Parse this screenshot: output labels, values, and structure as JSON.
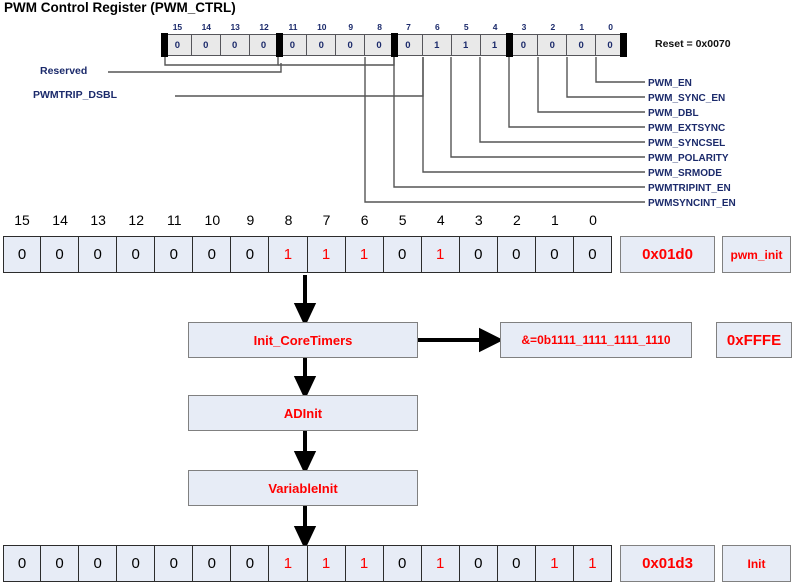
{
  "title": "PWM Control Register (PWM_CTRL)",
  "register": {
    "reset_text": "Reset = 0x0070",
    "bit_labels": [
      "15",
      "14",
      "13",
      "12",
      "11",
      "10",
      "9",
      "8",
      "7",
      "6",
      "5",
      "4",
      "3",
      "2",
      "1",
      "0"
    ],
    "reset_bits": [
      "0",
      "0",
      "0",
      "0",
      "0",
      "0",
      "0",
      "0",
      "0",
      "1",
      "1",
      "1",
      "0",
      "0",
      "0",
      "0"
    ],
    "left_labels": [
      {
        "name": "Reserved"
      },
      {
        "name": "PWMTRIP_DSBL"
      }
    ],
    "field_labels": [
      "PWM_EN",
      "PWM_SYNC_EN",
      "PWM_DBL",
      "PWM_EXTSYNC",
      "PWM_SYNCSEL",
      "PWM_POLARITY",
      "PWM_SRMODE",
      "PWMTRIPINT_EN",
      "PWMSYNCINT_EN"
    ]
  },
  "rows": [
    {
      "bit_labels": [
        "15",
        "14",
        "13",
        "12",
        "11",
        "10",
        "9",
        "8",
        "7",
        "6",
        "5",
        "4",
        "3",
        "2",
        "1",
        "0"
      ],
      "bits": [
        "0",
        "0",
        "0",
        "0",
        "0",
        "0",
        "0",
        "1",
        "1",
        "1",
        "0",
        "1",
        "0",
        "0",
        "0",
        "0"
      ],
      "hex": "0x01d0",
      "name": "pwm_init"
    },
    {
      "bits": [
        "0",
        "0",
        "0",
        "0",
        "0",
        "0",
        "0",
        "1",
        "1",
        "1",
        "0",
        "1",
        "0",
        "0",
        "1",
        "1"
      ],
      "hex": "0x01d3",
      "name": "Init"
    }
  ],
  "flow": {
    "boxes": [
      {
        "label": "Init_CoreTimers"
      },
      {
        "label": "&=0b1111_1111_1111_1110"
      },
      {
        "label": "0xFFFE"
      },
      {
        "label": "ADInit"
      },
      {
        "label": "VariableInit"
      }
    ]
  },
  "colors": {
    "cell_fill": "#e7ecf6",
    "reg_fill": "#e9e9e9",
    "one_bit": "#ff0000",
    "label_blue": "#1b2a6b",
    "border": "#2c2c2c"
  }
}
